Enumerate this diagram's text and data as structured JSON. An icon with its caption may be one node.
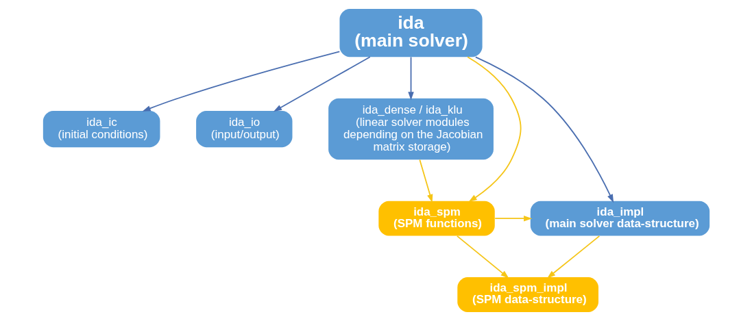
{
  "diagram": {
    "nodes": [
      {
        "text": [
          "ida_ic",
          "(initial conditions)"
        ]
      },
      {
        "text": [
          "ida_io",
          "(input/output)"
        ]
      },
      {
        "text": [
          "ida",
          "(main solver)"
        ]
      },
      {
        "text": [
          "ida_dense / ida_klu",
          "(linear solver modules depending on the Jacobian matrix storage)"
        ]
      },
      {
        "text": [
          "ida_impl",
          "(main solver data-structure)"
        ]
      },
      {
        "text": [
          "ida_spm",
          "(SPM functions)"
        ]
      },
      {
        "text": [
          "ida_spm_impl",
          "(SPM data-structure)"
        ]
      }
    ],
    "edges": [
      {
        "from": 2,
        "to": 0,
        "arrow": "to",
        "color": "#4a6eb0"
      },
      {
        "from": 2,
        "to": 1,
        "arrow": "to",
        "color": "#4a6eb0"
      },
      {
        "from": 2,
        "to": 3,
        "arrow": "to",
        "color": "#4a6eb0"
      },
      {
        "from": 2,
        "to": 4,
        "arrow": "to",
        "color": "#4a6eb0"
      },
      {
        "from": 2,
        "to": 5,
        "arrow": "to",
        "color": "#f5c518"
      },
      {
        "from": 3,
        "to": 5,
        "arrow": "to",
        "color": "#f5c518"
      },
      {
        "from": 5,
        "to": 4,
        "arrow": "to",
        "color": "#f5c518"
      },
      {
        "from": 4,
        "to": 6,
        "arrow": "to",
        "color": "#f5c518"
      },
      {
        "from": 5,
        "to": 6,
        "arrow": "to",
        "color": "#f5c518"
      }
    ]
  }
}
